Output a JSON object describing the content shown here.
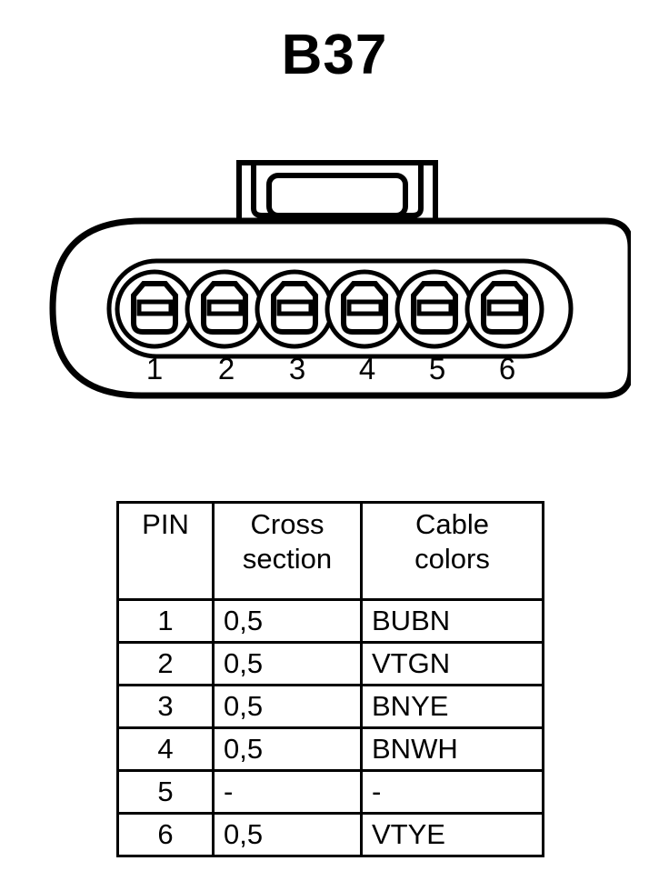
{
  "title": "B37",
  "connector": {
    "pin_count": 6,
    "pin_labels": [
      "1",
      "2",
      "3",
      "4",
      "5",
      "6"
    ],
    "stroke_color": "#000000",
    "body_color": "#ffffff"
  },
  "table": {
    "headers": [
      "PIN",
      "Cross section",
      "Cable colors"
    ],
    "header_lines": [
      [
        "PIN"
      ],
      [
        "Cross",
        "section"
      ],
      [
        "Cable",
        "colors"
      ]
    ],
    "rows": [
      {
        "pin": "1",
        "cross_section": "0,5",
        "cable_colors": "BUBN"
      },
      {
        "pin": "2",
        "cross_section": "0,5",
        "cable_colors": "VTGN"
      },
      {
        "pin": "3",
        "cross_section": "0,5",
        "cable_colors": "BNYE"
      },
      {
        "pin": "4",
        "cross_section": "0,5",
        "cable_colors": "BNWH"
      },
      {
        "pin": "5",
        "cross_section": "-",
        "cable_colors": "-"
      },
      {
        "pin": "6",
        "cross_section": "0,5",
        "cable_colors": "VTYE"
      }
    ]
  }
}
